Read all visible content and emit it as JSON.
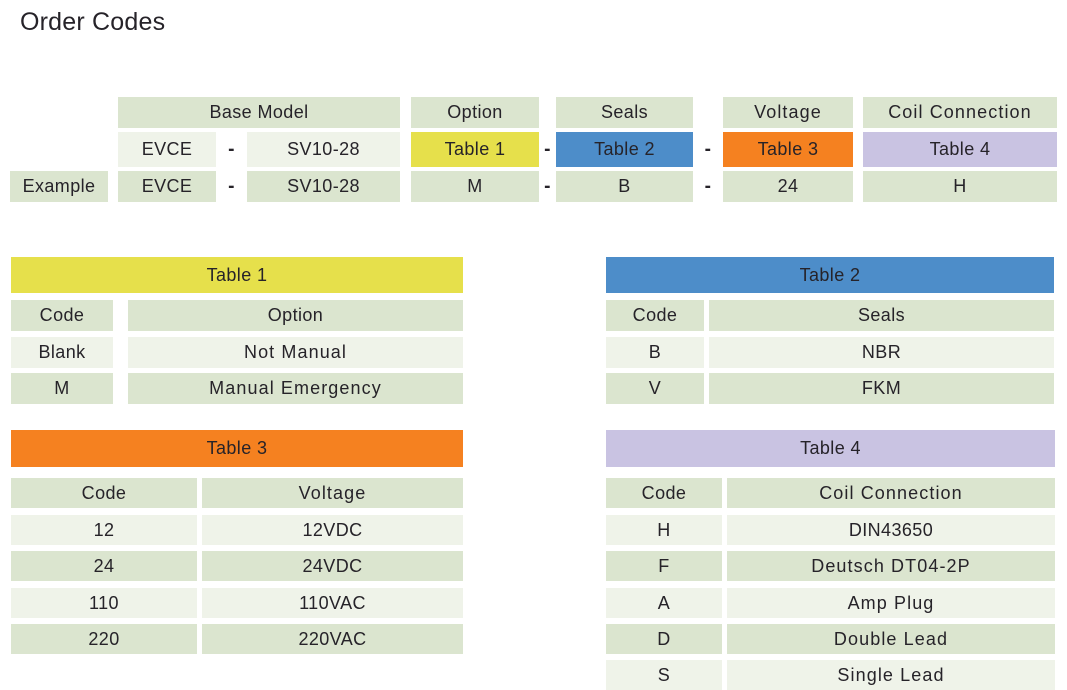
{
  "page": {
    "title": "Order Codes"
  },
  "colors": {
    "sage": "#dbe5cf",
    "light": "#eff3e9",
    "yellow": "#e6e04b",
    "blue": "#4d8dc9",
    "orange": "#f58120",
    "lavender": "#c9c3e2",
    "text": "#262329",
    "bg": "#ffffff"
  },
  "order_structure": {
    "dash": "-",
    "headers": {
      "base_model": "Base Model",
      "option": "Option",
      "seals": "Seals",
      "voltage": "Voltage",
      "coil_connection": "Coil Connection"
    },
    "model_row": {
      "prefix": "EVCE",
      "base": "SV10-28",
      "option": "Table 1",
      "seals": "Table 2",
      "voltage": "Table 3",
      "coil_connection": "Table 4"
    },
    "example_row": {
      "label": "Example",
      "prefix": "EVCE",
      "base": "SV10-28",
      "option": "M",
      "seals": "B",
      "voltage": "24",
      "coil_connection": "H"
    }
  },
  "tables": {
    "table1": {
      "title": "Table 1",
      "col1": "Code",
      "col2": "Option",
      "rows": [
        [
          "Blank",
          "Not Manual"
        ],
        [
          "M",
          "Manual Emergency"
        ]
      ]
    },
    "table2": {
      "title": "Table 2",
      "col1": "Code",
      "col2": "Seals",
      "rows": [
        [
          "B",
          "NBR"
        ],
        [
          "V",
          "FKM"
        ]
      ]
    },
    "table3": {
      "title": "Table 3",
      "col1": "Code",
      "col2": "Voltage",
      "rows": [
        [
          "12",
          "12VDC"
        ],
        [
          "24",
          "24VDC"
        ],
        [
          "110",
          "110VAC"
        ],
        [
          "220",
          "220VAC"
        ]
      ]
    },
    "table4": {
      "title": "Table 4",
      "col1": "Code",
      "col2": "Coil Connection",
      "rows": [
        [
          "H",
          "DIN43650"
        ],
        [
          "F",
          "Deutsch DT04-2P"
        ],
        [
          "A",
          "Amp Plug"
        ],
        [
          "D",
          "Double Lead"
        ],
        [
          "S",
          "Single Lead"
        ]
      ]
    }
  }
}
